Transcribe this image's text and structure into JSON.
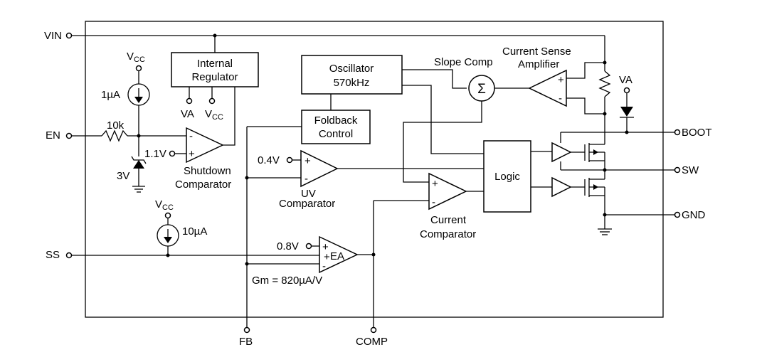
{
  "pins": {
    "vin": "VIN",
    "en": "EN",
    "ss": "SS",
    "boot": "BOOT",
    "sw": "SW",
    "gnd": "GND",
    "fb": "FB",
    "comp": "COMP"
  },
  "blocks": {
    "regulator_line1": "Internal",
    "regulator_line2": "Regulator",
    "oscillator_line1": "Oscillator",
    "oscillator_line2": "570kHz",
    "foldback_line1": "Foldback",
    "foldback_line2": "Control",
    "logic": "Logic",
    "sigma": "Σ"
  },
  "labels": {
    "vcc_main": "V",
    "vcc_sub": "CC",
    "va": "VA",
    "current_1ua": "1µA",
    "current_10ua": "10µA",
    "resistor_10k": "10k",
    "zener_3v": "3V",
    "ref_1v1": "1.1V",
    "ref_0v4": "0.4V",
    "ref_0v8": "0.8V",
    "shutdown_line1": "Shutdown",
    "shutdown_line2": "Comparator",
    "uv_line1": "UV",
    "uv_line2": "Comparator",
    "current_comp_line1": "Current",
    "current_comp_line2": "Comparator",
    "slope_comp": "Slope Comp",
    "csa_line1": "Current Sense",
    "csa_line2": "Amplifier",
    "ea": "EA",
    "gm": "Gm = 820µA/V",
    "plus": "+",
    "minus": "-"
  }
}
